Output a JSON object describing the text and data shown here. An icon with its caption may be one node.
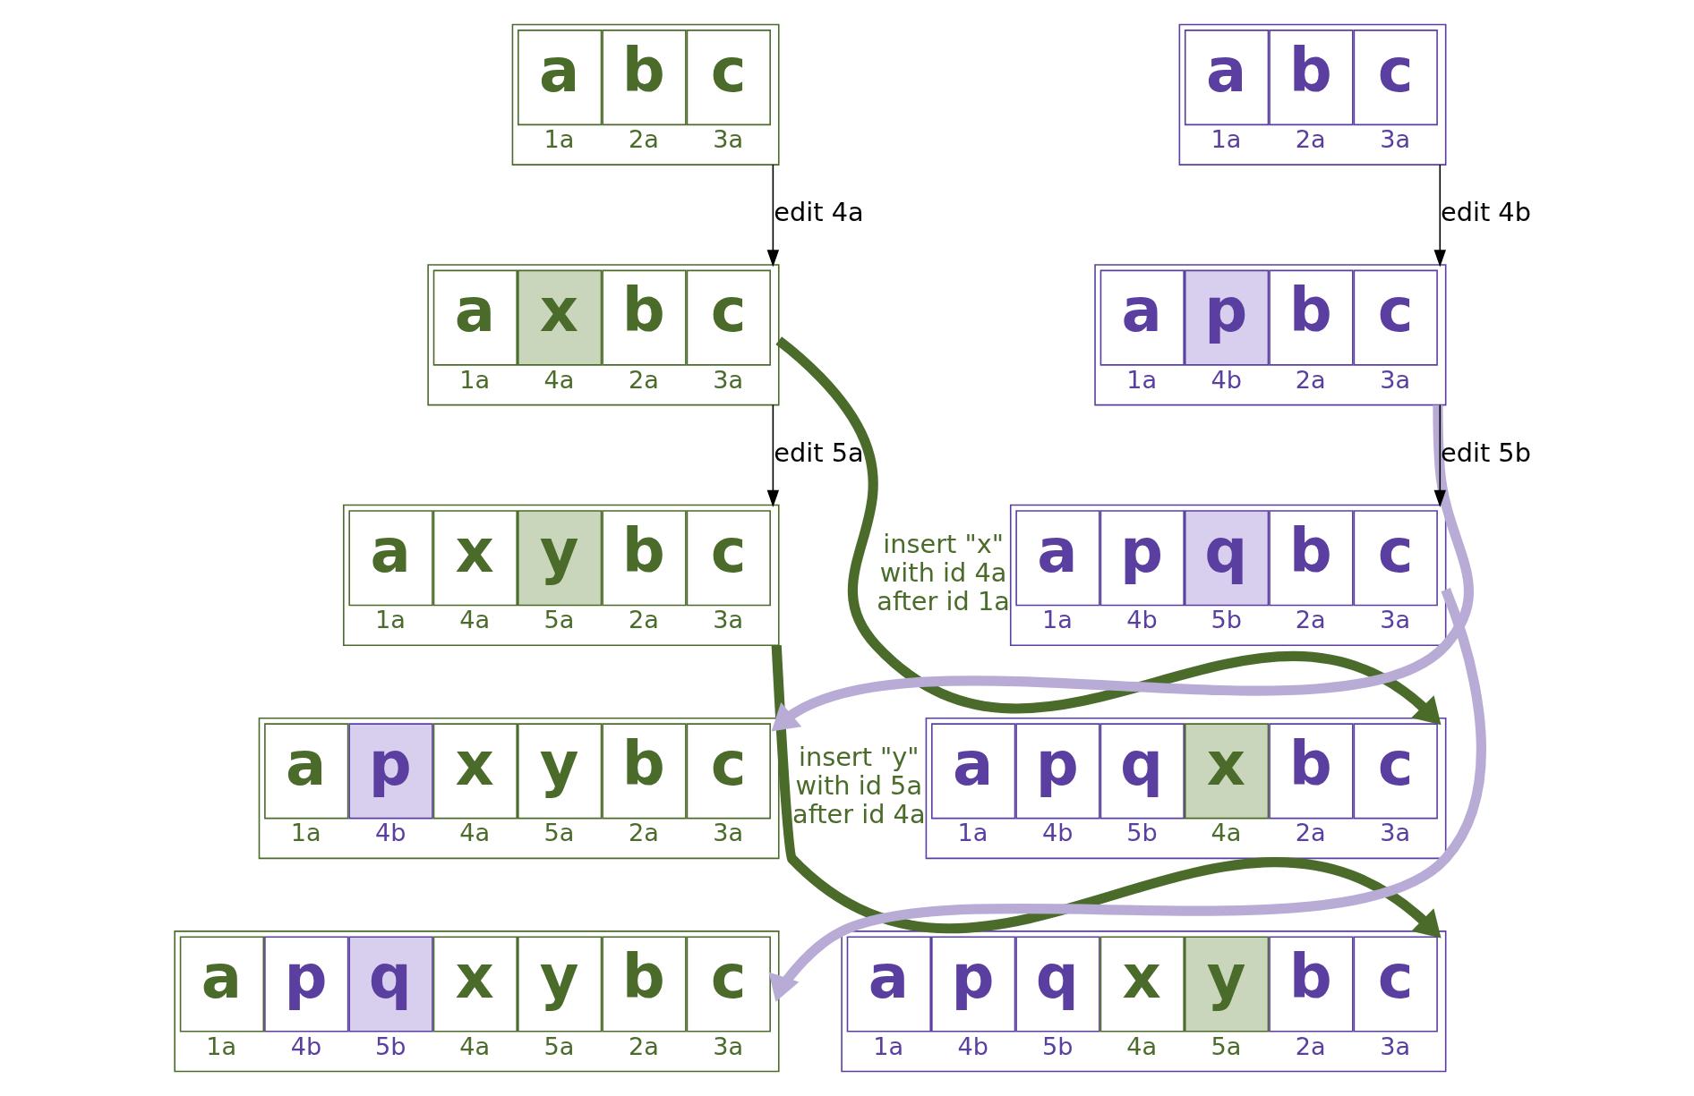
{
  "diagram": {
    "nodes": [
      {
        "text": [],
        "shape": "box"
      },
      {
        "text": [
          "a"
        ],
        "beside": [
          "1a"
        ],
        "in": 0
      },
      {
        "text": [
          "b"
        ],
        "beside": [
          "2a"
        ],
        "in": 0
      },
      {
        "text": [
          "c"
        ],
        "beside": [
          "3a"
        ],
        "in": 0
      },
      {
        "text": [],
        "shape": "box"
      },
      {
        "text": [
          "a"
        ],
        "beside": [
          "1a"
        ],
        "in": 4
      },
      {
        "text": [
          "x"
        ],
        "beside": [
          "4a"
        ],
        "in": 4
      },
      {
        "text": [
          "b"
        ],
        "beside": [
          "2a"
        ],
        "in": 4
      },
      {
        "text": [
          "c"
        ],
        "beside": [
          "3a"
        ],
        "in": 4
      },
      {
        "text": [],
        "shape": "box"
      },
      {
        "text": [
          "a"
        ],
        "beside": [
          "1a"
        ],
        "in": 9
      },
      {
        "text": [
          "x"
        ],
        "beside": [
          "4a"
        ],
        "in": 9
      },
      {
        "text": [
          "y"
        ],
        "beside": [
          "5a"
        ],
        "in": 9
      },
      {
        "text": [
          "b"
        ],
        "beside": [
          "2a"
        ],
        "in": 9
      },
      {
        "text": [
          "c"
        ],
        "beside": [
          "3a"
        ],
        "in": 9
      },
      {
        "text": [],
        "shape": "box"
      },
      {
        "text": [
          "a"
        ],
        "beside": [
          "1a"
        ],
        "in": 15
      },
      {
        "text": [
          "p"
        ],
        "beside": [
          "4b"
        ],
        "in": 15
      },
      {
        "text": [
          "x"
        ],
        "beside": [
          "4a"
        ],
        "in": 15
      },
      {
        "text": [
          "y"
        ],
        "beside": [
          "5a"
        ],
        "in": 15
      },
      {
        "text": [
          "b"
        ],
        "beside": [
          "2a"
        ],
        "in": 15
      },
      {
        "text": [
          "c"
        ],
        "beside": [
          "3a"
        ],
        "in": 15
      },
      {
        "text": [],
        "shape": "box"
      },
      {
        "text": [
          "a"
        ],
        "beside": [
          "1a"
        ],
        "in": 22
      },
      {
        "text": [
          "p"
        ],
        "beside": [
          "4b"
        ],
        "in": 22
      },
      {
        "text": [
          "q"
        ],
        "beside": [
          "5b"
        ],
        "in": 22
      },
      {
        "text": [
          "x"
        ],
        "beside": [
          "4a"
        ],
        "in": 22
      },
      {
        "text": [
          "y"
        ],
        "beside": [
          "5a"
        ],
        "in": 22
      },
      {
        "text": [
          "b"
        ],
        "beside": [
          "2a"
        ],
        "in": 22
      },
      {
        "text": [
          "c"
        ],
        "beside": [
          "3a"
        ],
        "in": 22
      },
      {
        "text": [],
        "shape": "box"
      },
      {
        "text": [
          "a"
        ],
        "beside": [
          "1a"
        ],
        "in": 30
      },
      {
        "text": [
          "b"
        ],
        "beside": [
          "2a"
        ],
        "in": 30
      },
      {
        "text": [
          "c"
        ],
        "beside": [
          "3a"
        ],
        "in": 30
      },
      {
        "text": [],
        "shape": "box"
      },
      {
        "text": [
          "a"
        ],
        "beside": [
          "1a"
        ],
        "in": 34
      },
      {
        "text": [
          "p"
        ],
        "beside": [
          "4b"
        ],
        "in": 34
      },
      {
        "text": [
          "b"
        ],
        "beside": [
          "2a"
        ],
        "in": 34
      },
      {
        "text": [
          "c"
        ],
        "beside": [
          "3a"
        ],
        "in": 34
      },
      {
        "text": [],
        "shape": "box"
      },
      {
        "text": [
          "a"
        ],
        "beside": [
          "1a"
        ],
        "in": 39
      },
      {
        "text": [
          "p"
        ],
        "beside": [
          "4b"
        ],
        "in": 39
      },
      {
        "text": [
          "q"
        ],
        "beside": [
          "5b"
        ],
        "in": 39
      },
      {
        "text": [
          "b"
        ],
        "beside": [
          "2a"
        ],
        "in": 39
      },
      {
        "text": [
          "c"
        ],
        "beside": [
          "3a"
        ],
        "in": 39
      },
      {
        "text": [],
        "shape": "box"
      },
      {
        "text": [
          "a"
        ],
        "beside": [
          "1a"
        ],
        "in": 45
      },
      {
        "text": [
          "p"
        ],
        "beside": [
          "4b"
        ],
        "in": 45
      },
      {
        "text": [
          "q"
        ],
        "beside": [
          "5b"
        ],
        "in": 45
      },
      {
        "text": [
          "x"
        ],
        "beside": [
          "4a"
        ],
        "in": 45
      },
      {
        "text": [
          "b"
        ],
        "beside": [
          "2a"
        ],
        "in": 45
      },
      {
        "text": [
          "c"
        ],
        "beside": [
          "3a"
        ],
        "in": 45
      },
      {
        "text": [],
        "shape": "box"
      },
      {
        "text": [
          "a"
        ],
        "beside": [
          "1a"
        ],
        "in": 52
      },
      {
        "text": [
          "p"
        ],
        "beside": [
          "4b"
        ],
        "in": 52
      },
      {
        "text": [
          "q"
        ],
        "beside": [
          "5b"
        ],
        "in": 52
      },
      {
        "text": [
          "x"
        ],
        "beside": [
          "4a"
        ],
        "in": 52
      },
      {
        "text": [
          "y"
        ],
        "beside": [
          "5a"
        ],
        "in": 52
      },
      {
        "text": [
          "b"
        ],
        "beside": [
          "2a"
        ],
        "in": 52
      },
      {
        "text": [
          "c"
        ],
        "beside": [
          "3a"
        ],
        "in": 52
      }
    ],
    "edges": [
      {
        "from": 0,
        "to": 4,
        "arrow": "to",
        "label": "edit 4a"
      },
      {
        "from": 4,
        "to": 9,
        "arrow": "to",
        "label": "edit 5a"
      },
      {
        "from": 30,
        "to": 34,
        "arrow": "to",
        "label": "edit 4b"
      },
      {
        "from": 34,
        "to": 39,
        "arrow": "to",
        "label": "edit 5b"
      },
      {
        "from": 4,
        "to": 45,
        "arrow": "to",
        "label": "insert \"x\" with id 4a after id 1a",
        "style": "thick",
        "color": "#4a6b2a"
      },
      {
        "from": 34,
        "to": 15,
        "arrow": "to",
        "style": "thick",
        "color": "#b8acd6"
      },
      {
        "from": 9,
        "to": 52,
        "arrow": "to",
        "label": "insert \"y\" with id 5a after id 4a",
        "style": "thick",
        "color": "#4a6b2a"
      },
      {
        "from": 39,
        "to": 22,
        "arrow": "to",
        "style": "thick",
        "color": "#b8acd6"
      }
    ]
  }
}
